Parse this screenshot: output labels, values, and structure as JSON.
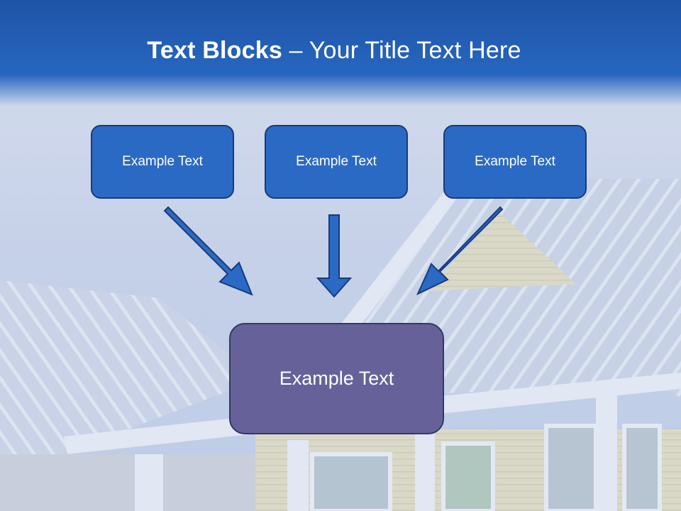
{
  "title": {
    "bold": "Text Blocks",
    "dash": " – ",
    "rest": "Your Title Text Here"
  },
  "blocks": {
    "top_left": "Example Text",
    "top_center": "Example Text",
    "top_right": "Example Text",
    "bottom": "Example Text"
  },
  "colors": {
    "title_bar": "#1e54a6",
    "block_fill": "#2a6ac4",
    "block_border": "#1a3a7a",
    "bottom_block_fill": "#666299",
    "arrow_fill": "#2a6ac4"
  },
  "background": {
    "subject": "metal-roof-houses-photo"
  }
}
